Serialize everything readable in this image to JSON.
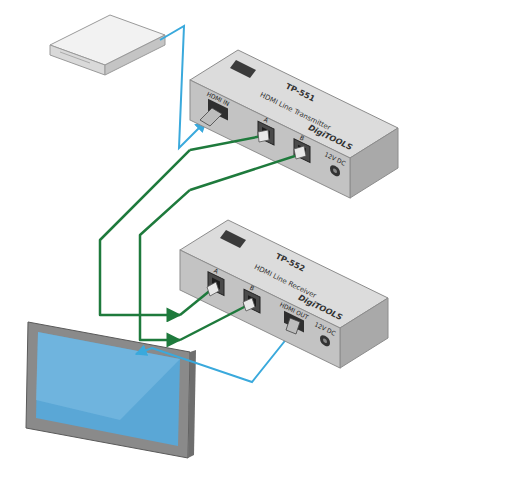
{
  "diagram": {
    "nodes": [
      {
        "text": [
          "TP-551",
          "HDMI Line Transmitter",
          "DigiTOOLS"
        ]
      },
      {
        "text": [
          "TP-552",
          "HDMI Line Receiver",
          "DigiTOOLS"
        ]
      }
    ],
    "edges": [
      {
        "from": 0,
        "to": 1,
        "arrow": "to"
      },
      {
        "from": 0,
        "to": 1,
        "arrow": "to"
      }
    ],
    "labels": [
      "HDMI IN",
      "A",
      "B",
      "12V DC",
      "A",
      "B",
      "HDMI OUT",
      "12V DC"
    ]
  }
}
